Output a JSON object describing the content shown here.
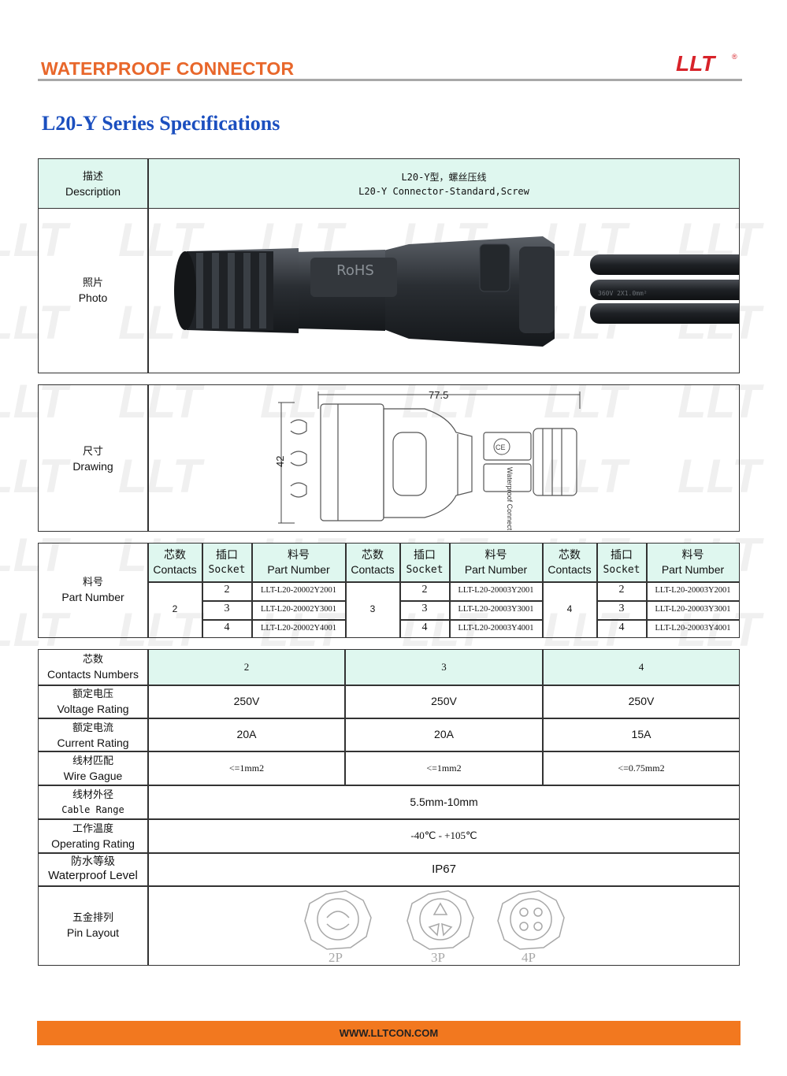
{
  "header": {
    "title": "WATERPROOF CONNECTOR",
    "logo_text": "LLT",
    "registered": "®"
  },
  "series_title": "L20-Y Series Specifications",
  "description": {
    "label_cn": "描述",
    "label_en": "Description",
    "value_cn": "L20-Y型，螺丝压线",
    "value_en": "L20-Y Connector-Standard,Screw"
  },
  "photo": {
    "label_cn": "照片",
    "label_en": "Photo",
    "marking_rohs": "RoHS",
    "marking_cable": "360V 2X1.0mm²"
  },
  "drawing": {
    "label_cn": "尺寸",
    "label_en": "Drawing",
    "dim_length": "77.5",
    "dim_height": "42",
    "marking_ce": "CE",
    "marking_text": "Waterproof Connector"
  },
  "part_number": {
    "label_cn": "料号",
    "label_en": "Part Number",
    "col_headers": {
      "contacts_cn": "芯数",
      "contacts_en": "Contacts",
      "socket_cn": "插口",
      "socket_en": "Socket",
      "part_cn": "料号",
      "part_en": "Part Number"
    },
    "groups": [
      {
        "contacts": "2",
        "rows": [
          {
            "socket": "2",
            "part": "LLT-L20-20002Y2001"
          },
          {
            "socket": "3",
            "part": "LLT-L20-20002Y3001"
          },
          {
            "socket": "4",
            "part": "LLT-L20-20002Y4001"
          }
        ]
      },
      {
        "contacts": "3",
        "rows": [
          {
            "socket": "2",
            "part": "LLT-L20-20003Y2001"
          },
          {
            "socket": "3",
            "part": "LLT-L20-20003Y3001"
          },
          {
            "socket": "4",
            "part": "LLT-L20-20003Y4001"
          }
        ]
      },
      {
        "contacts": "4",
        "rows": [
          {
            "socket": "2",
            "part": "LLT-L20-20003Y2001"
          },
          {
            "socket": "3",
            "part": "LLT-L20-20003Y3001"
          },
          {
            "socket": "4",
            "part": "LLT-L20-20003Y4001"
          }
        ]
      }
    ]
  },
  "specs": {
    "contacts": {
      "label_cn": "芯数",
      "label_en": "Contacts Numbers",
      "values": [
        "2",
        "3",
        "4"
      ]
    },
    "voltage": {
      "label_cn": "额定电压",
      "label_en": "Voltage Rating",
      "values": [
        "250V",
        "250V",
        "250V"
      ]
    },
    "current": {
      "label_cn": "额定电流",
      "label_en": "Current Rating",
      "values": [
        "20A",
        "20A",
        "15A"
      ]
    },
    "wire": {
      "label_cn": "线材匹配",
      "label_en": "Wire Gague",
      "values": [
        "<=1mm2",
        "<=1mm2",
        "<=0.75mm2"
      ]
    },
    "cable": {
      "label_cn": "线材外径",
      "label_en": "Cable Range",
      "value": "5.5mm-10mm"
    },
    "temp": {
      "label_cn": "工作温度",
      "label_en": "Operating Rating",
      "value": "-40℃ - +105℃"
    },
    "ip": {
      "label_cn": "防水等级",
      "label_en": "Waterproof Level",
      "value": "IP67"
    },
    "pins": {
      "label_cn": "五金排列",
      "label_en": "Pin Layout",
      "captions": [
        "2P",
        "3P",
        "4P"
      ]
    }
  },
  "footer": {
    "url": "WWW.LLTCON.COM"
  },
  "colors": {
    "accent_orange": "#e8672b",
    "title_blue": "#1b4fbf",
    "mint": "#dff7ef",
    "footer_orange": "#f2781f"
  }
}
